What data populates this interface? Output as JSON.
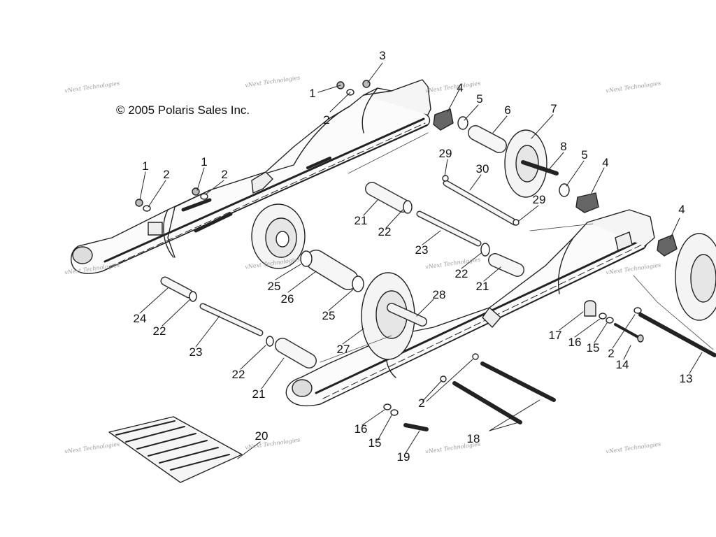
{
  "copyright": "© 2005 Polaris Sales Inc.",
  "watermark": "vNext Technologies",
  "callouts": [
    "1",
    "2",
    "3",
    "4",
    "5",
    "6",
    "7",
    "8",
    "5",
    "4",
    "29",
    "30",
    "29",
    "1",
    "2",
    "1",
    "2",
    "21",
    "22",
    "23",
    "22",
    "21",
    "25",
    "26",
    "25",
    "28",
    "24",
    "22",
    "23",
    "22",
    "21",
    "27",
    "4",
    "17",
    "16",
    "15",
    "2",
    "14",
    "13",
    "2",
    "16",
    "15",
    "19",
    "18",
    "20"
  ]
}
